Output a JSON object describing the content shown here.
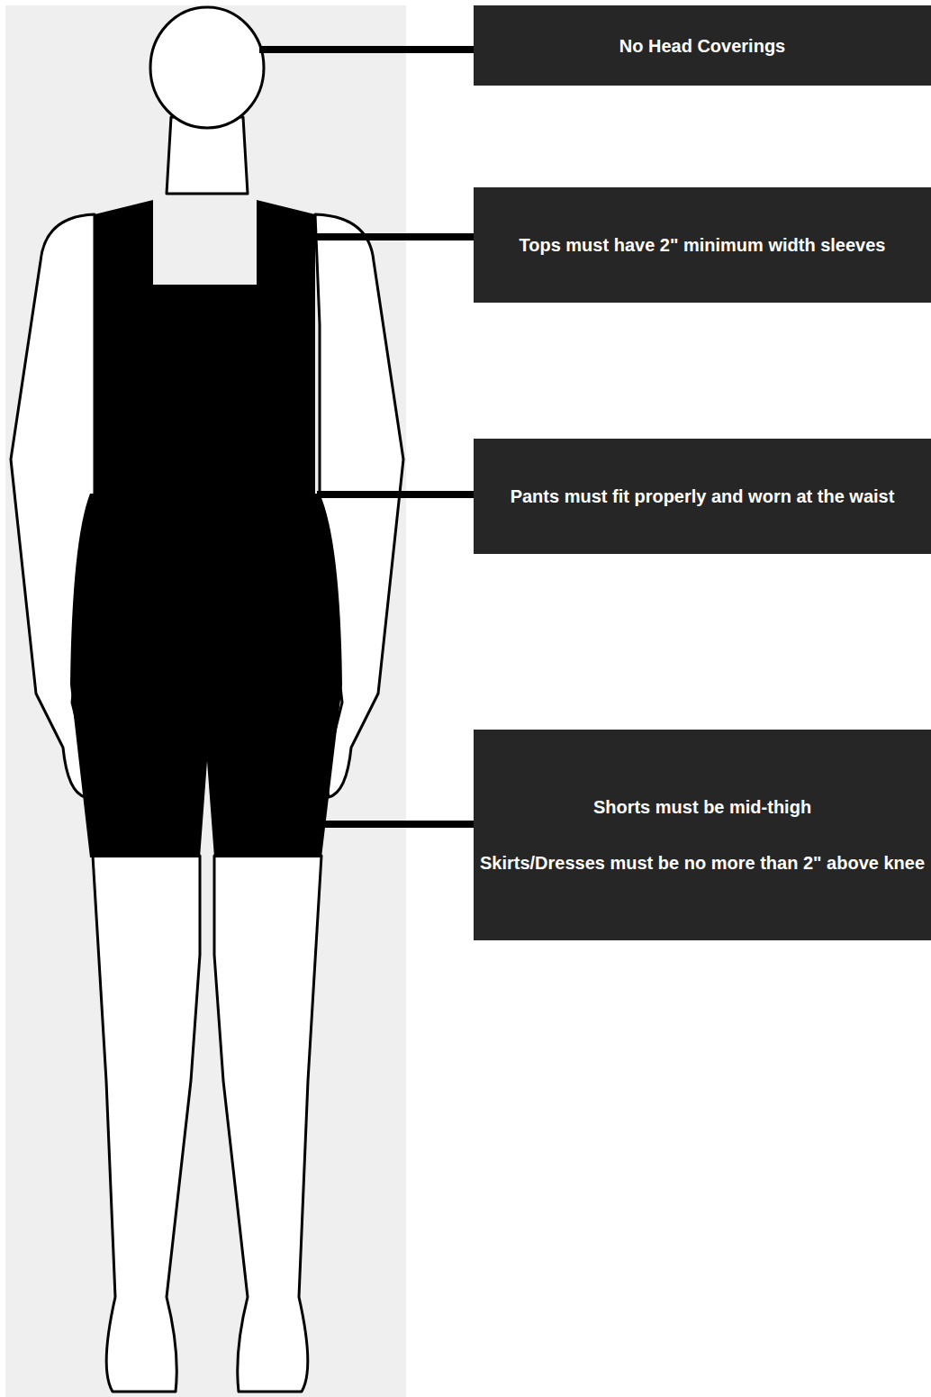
{
  "diagram": {
    "nodes": [
      {
        "text": [
          "No Head Coverings"
        ]
      },
      {
        "text": [
          "Tops must have 2\" minimum width sleeves"
        ]
      },
      {
        "text": [
          "Pants must fit properly and worn at the waist"
        ]
      },
      {
        "text": [
          "Shorts must be mid-thigh",
          "Skirts/Dresses must be no more than 2\" above knee"
        ]
      }
    ]
  }
}
